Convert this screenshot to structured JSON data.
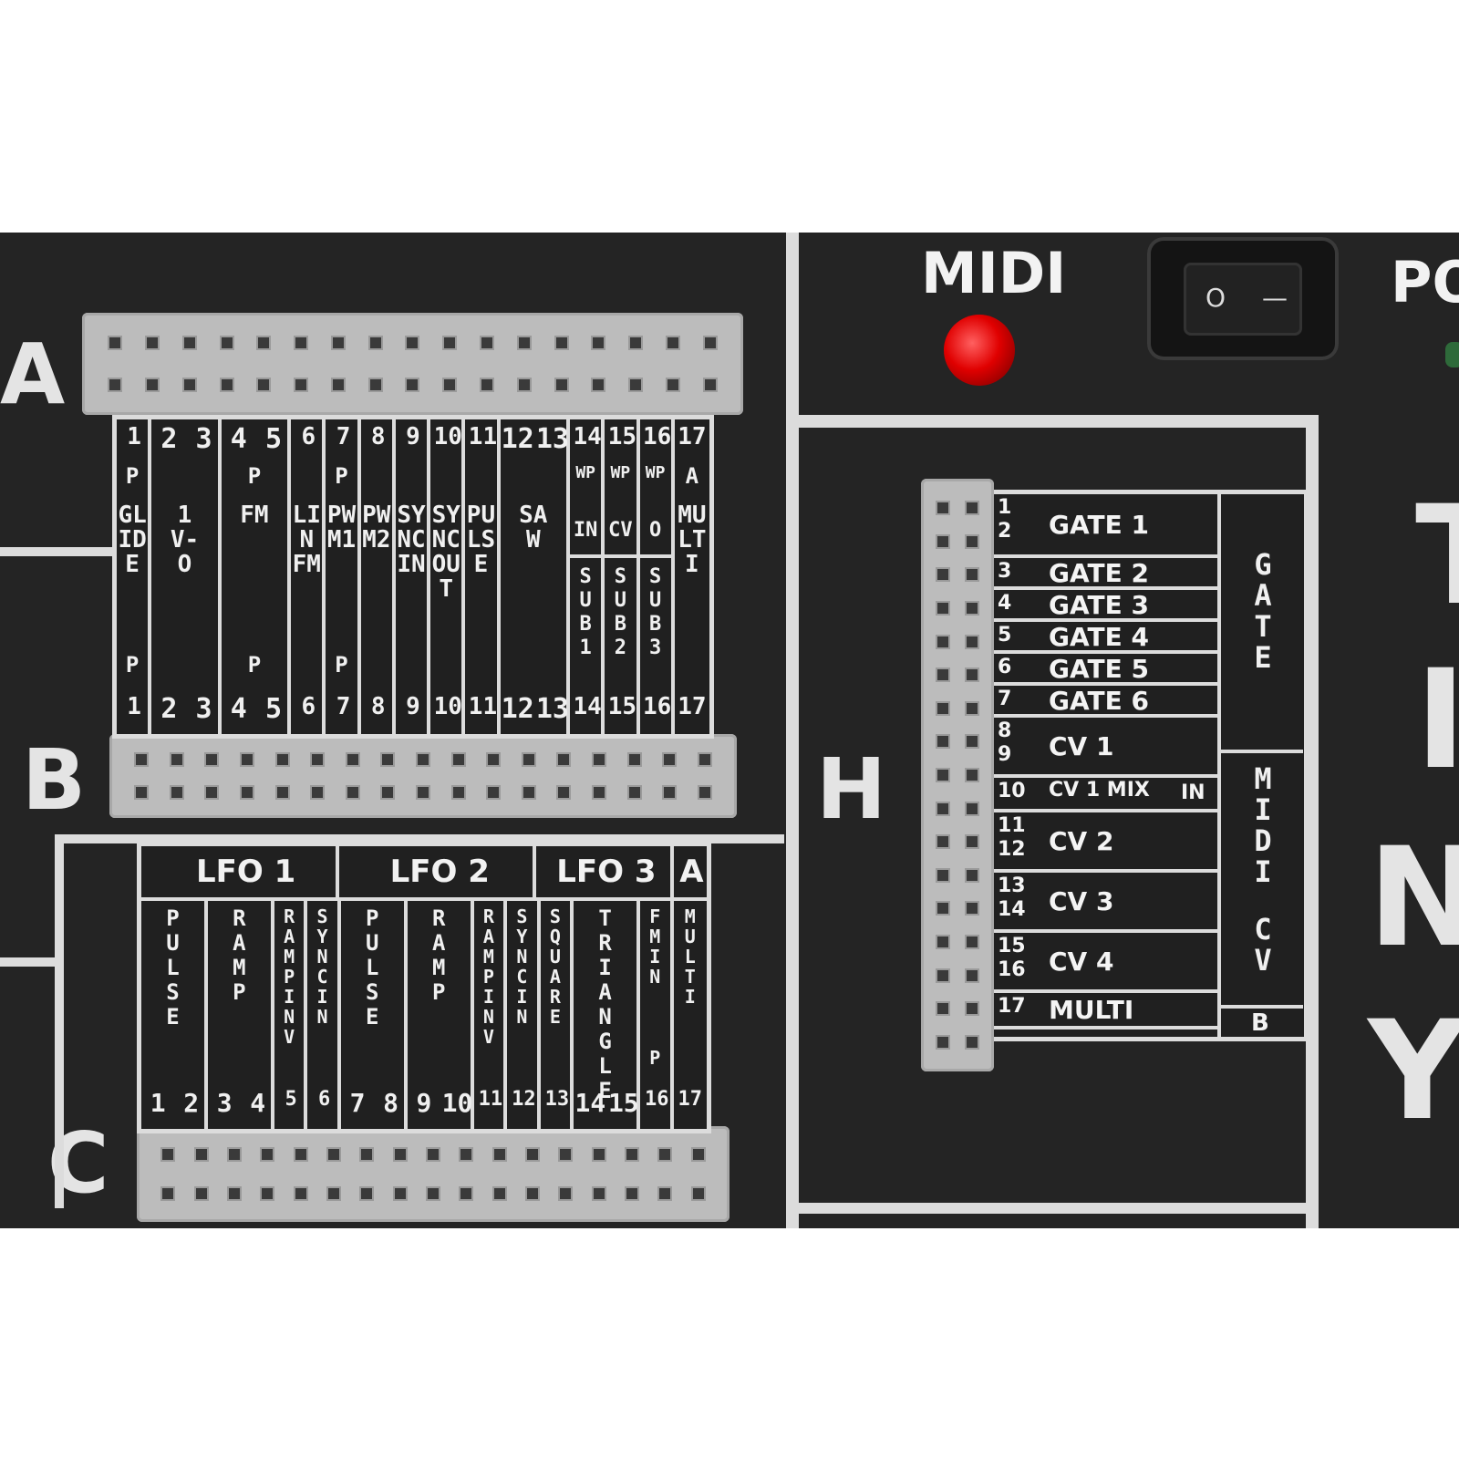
{
  "panel": {
    "letters": {
      "a": "A",
      "b": "B",
      "c": "C",
      "h": "H"
    },
    "midi_label": "MIDI",
    "power_label_partial": "PO",
    "side_letters": [
      "T",
      "I",
      "N",
      "Y"
    ],
    "switch_symbols": {
      "off": "O",
      "on": "—"
    }
  },
  "ab_block": {
    "top_numbers": [
      "1",
      "2",
      "3",
      "4",
      "5",
      "6",
      "7",
      "8",
      "9",
      "10",
      "11",
      "12",
      "13",
      "14",
      "15",
      "16",
      "17"
    ],
    "bottom_numbers": [
      "1",
      "2",
      "3",
      "4",
      "5",
      "6",
      "7",
      "8",
      "9",
      "10",
      "11",
      "12",
      "13",
      "14",
      "15",
      "16",
      "17"
    ],
    "top_markers": {
      "p1": "P",
      "p45": "P",
      "p7": "P",
      "wp14": "WP",
      "wp15": "WP",
      "wp16": "WP",
      "a17": "A"
    },
    "bottom_markers": {
      "p1": "P",
      "p45": "P",
      "p7": "P"
    },
    "labels": {
      "glide": "GLIDE",
      "v_o": "1 V-O",
      "fm": "FM",
      "lin_fm": "LIN FM",
      "pwm1": "PWM1",
      "pwm2": "PWM2",
      "sync_in": "SYNC IN",
      "sync_out": "SYNC OUT",
      "pulse": "PULSE",
      "saw": "SAW",
      "in": "IN",
      "cv": "CV",
      "o": "O",
      "sub1": "SUB 1",
      "sub2": "SUB 2",
      "sub3": "SUB 3",
      "multi": "MULTI"
    }
  },
  "c_block": {
    "headers": {
      "lfo1": "LFO 1",
      "lfo2": "LFO 2",
      "lfo3": "LFO 3",
      "a": "A"
    },
    "labels": {
      "pulse1": "PULSE",
      "ramp1": "RAMP",
      "ramp_inv1": "RAMP INV",
      "sync_in1": "SYNC IN",
      "pulse2": "PULSE",
      "ramp2": "RAMP",
      "ramp_inv2": "RAMP INV",
      "sync_in2": "SYNC IN",
      "square": "SQUARE",
      "triangle": "TRIANGLE",
      "fm_in": "FM IN",
      "fm_p": "P",
      "multi": "MULTI"
    },
    "bottom_numbers": [
      "1",
      "2",
      "3",
      "4",
      "5",
      "6",
      "7",
      "8",
      "9",
      "10",
      "11",
      "12",
      "13",
      "14",
      "15",
      "16",
      "17"
    ]
  },
  "h_block": {
    "rows": [
      {
        "nums": "1 2",
        "label": "GATE 1"
      },
      {
        "nums": "3",
        "label": "GATE 2"
      },
      {
        "nums": "4",
        "label": "GATE 3"
      },
      {
        "nums": "5",
        "label": "GATE 4"
      },
      {
        "nums": "6",
        "label": "GATE 5"
      },
      {
        "nums": "7",
        "label": "GATE 6"
      },
      {
        "nums": "8 9",
        "label": "CV 1"
      },
      {
        "nums": "10",
        "label": "CV 1 MIX",
        "extra": "IN"
      },
      {
        "nums": "11 12",
        "label": "CV 2"
      },
      {
        "nums": "13 14",
        "label": "CV 3"
      },
      {
        "nums": "15 16",
        "label": "CV 4"
      },
      {
        "nums": "17",
        "label": "MULTI"
      }
    ],
    "side_gate": "GATE",
    "side_midi": "MIDI",
    "side_cv": "CV",
    "side_b": "B"
  }
}
